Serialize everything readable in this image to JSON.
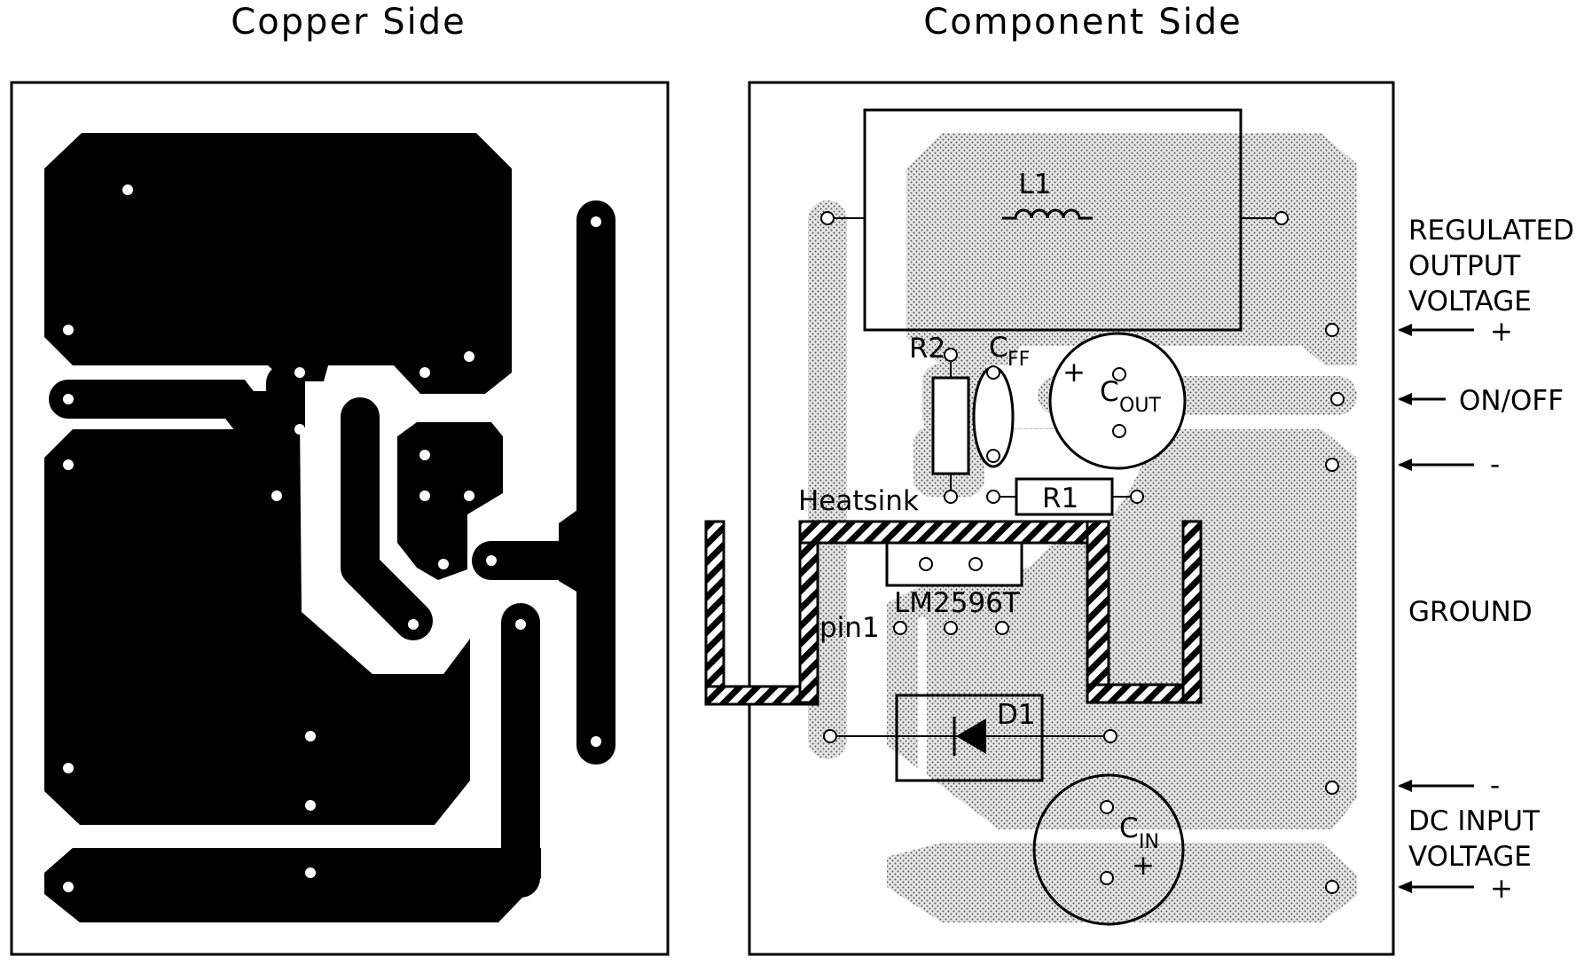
{
  "titles": {
    "copper_side": "Copper Side",
    "component_side": "Component Side"
  },
  "components": {
    "l1": "L1",
    "r2": "R2",
    "cff_main": "C",
    "cff_sub": "FF",
    "cout_main": "C",
    "cout_sub": "OUT",
    "r1": "R1",
    "heatsink": "Heatsink",
    "ic": "LM2596T",
    "pin1": "pin1",
    "d1": "D1",
    "cin_main": "C",
    "cin_sub": "IN"
  },
  "side_labels": {
    "regulated_output_voltage": [
      "REGULATED",
      "OUTPUT",
      "VOLTAGE"
    ],
    "output_plus": "+",
    "on_off": "ON/OFF",
    "output_minus": "-",
    "ground": "GROUND",
    "input_minus": "-",
    "dc_input_voltage": [
      "DC INPUT",
      "VOLTAGE"
    ],
    "input_plus": "+"
  },
  "colors": {
    "copper": "#000000",
    "board_outline": "#000000",
    "shade": "#d0d0d0",
    "background": "#ffffff"
  },
  "icons": [
    "arrow-left-icon",
    "polarity-plus-icon",
    "inductor-icon",
    "diode-icon"
  ]
}
